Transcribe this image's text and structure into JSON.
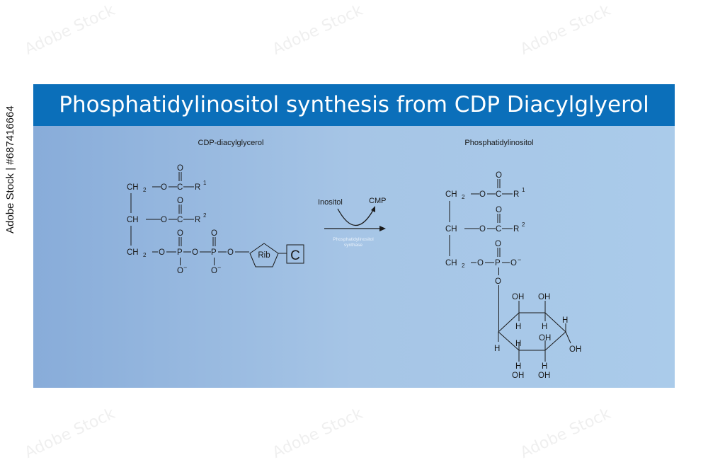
{
  "title": "Phosphatidylinositol synthesis from CDP Diacylglyerol",
  "reactant": {
    "name": "CDP-diacylglycerol",
    "groups": [
      "CH",
      "2",
      "O",
      "C",
      "R",
      "1",
      "O",
      "CH",
      "O",
      "C",
      "R",
      "2",
      "O",
      "CH",
      "2",
      "O",
      "P",
      "O",
      "O",
      "−",
      "O",
      "P",
      "O",
      "O",
      "−",
      "O",
      "Rib",
      "C"
    ]
  },
  "reaction": {
    "input": "Inositol",
    "output": "CMP",
    "enzyme_line1": "Phosphatidylinositol",
    "enzyme_line2": "synthase"
  },
  "product": {
    "name": "Phosphatidylinositol",
    "groups": [
      "CH",
      "2",
      "O",
      "C",
      "R",
      "1",
      "O",
      "CH",
      "O",
      "C",
      "R",
      "2",
      "O",
      "CH",
      "2",
      "O",
      "P",
      "O",
      "O",
      "−",
      "O"
    ],
    "ring_groups": [
      "OH",
      "OH",
      "H",
      "H",
      "H",
      "H",
      "OH",
      "OH",
      "H",
      "H",
      "H",
      "OH",
      "OH",
      "H"
    ]
  },
  "watermark_text": "Adobe Stock",
  "stock_id": "Adobe Stock | #687416664",
  "colors": {
    "banner": "#0b6fba",
    "panel_left": "#88acd9",
    "panel_right": "#aacbea",
    "ink": "#1a1a1a",
    "enzyme_text": "#eaf2fb"
  }
}
